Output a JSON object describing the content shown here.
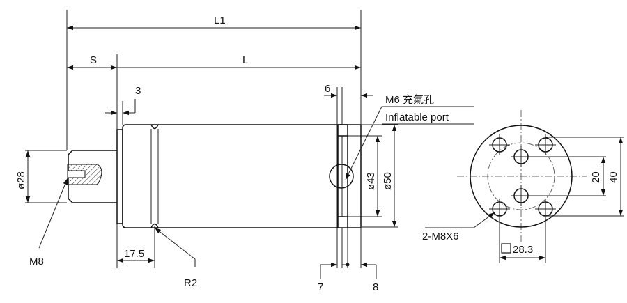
{
  "dimensions": {
    "overall_length": "L1",
    "stroke": "S",
    "body_length": "L",
    "step_3": "3",
    "groove_6": "6",
    "rod_diameter": "ø28",
    "groove_diameter": "ø43",
    "body_diameter": "ø50",
    "groove_offset": "17.5",
    "groove_radius": "R2",
    "dim_7": "7",
    "dim_8": "8",
    "rod_thread": "M8",
    "pattern_20": "20",
    "pattern_40": "40",
    "square_pattern": "28.3"
  },
  "callouts": {
    "port_thread": "M6 充氣孔",
    "port_name": "Inflatable port",
    "mount_holes": "2-M8X6"
  }
}
